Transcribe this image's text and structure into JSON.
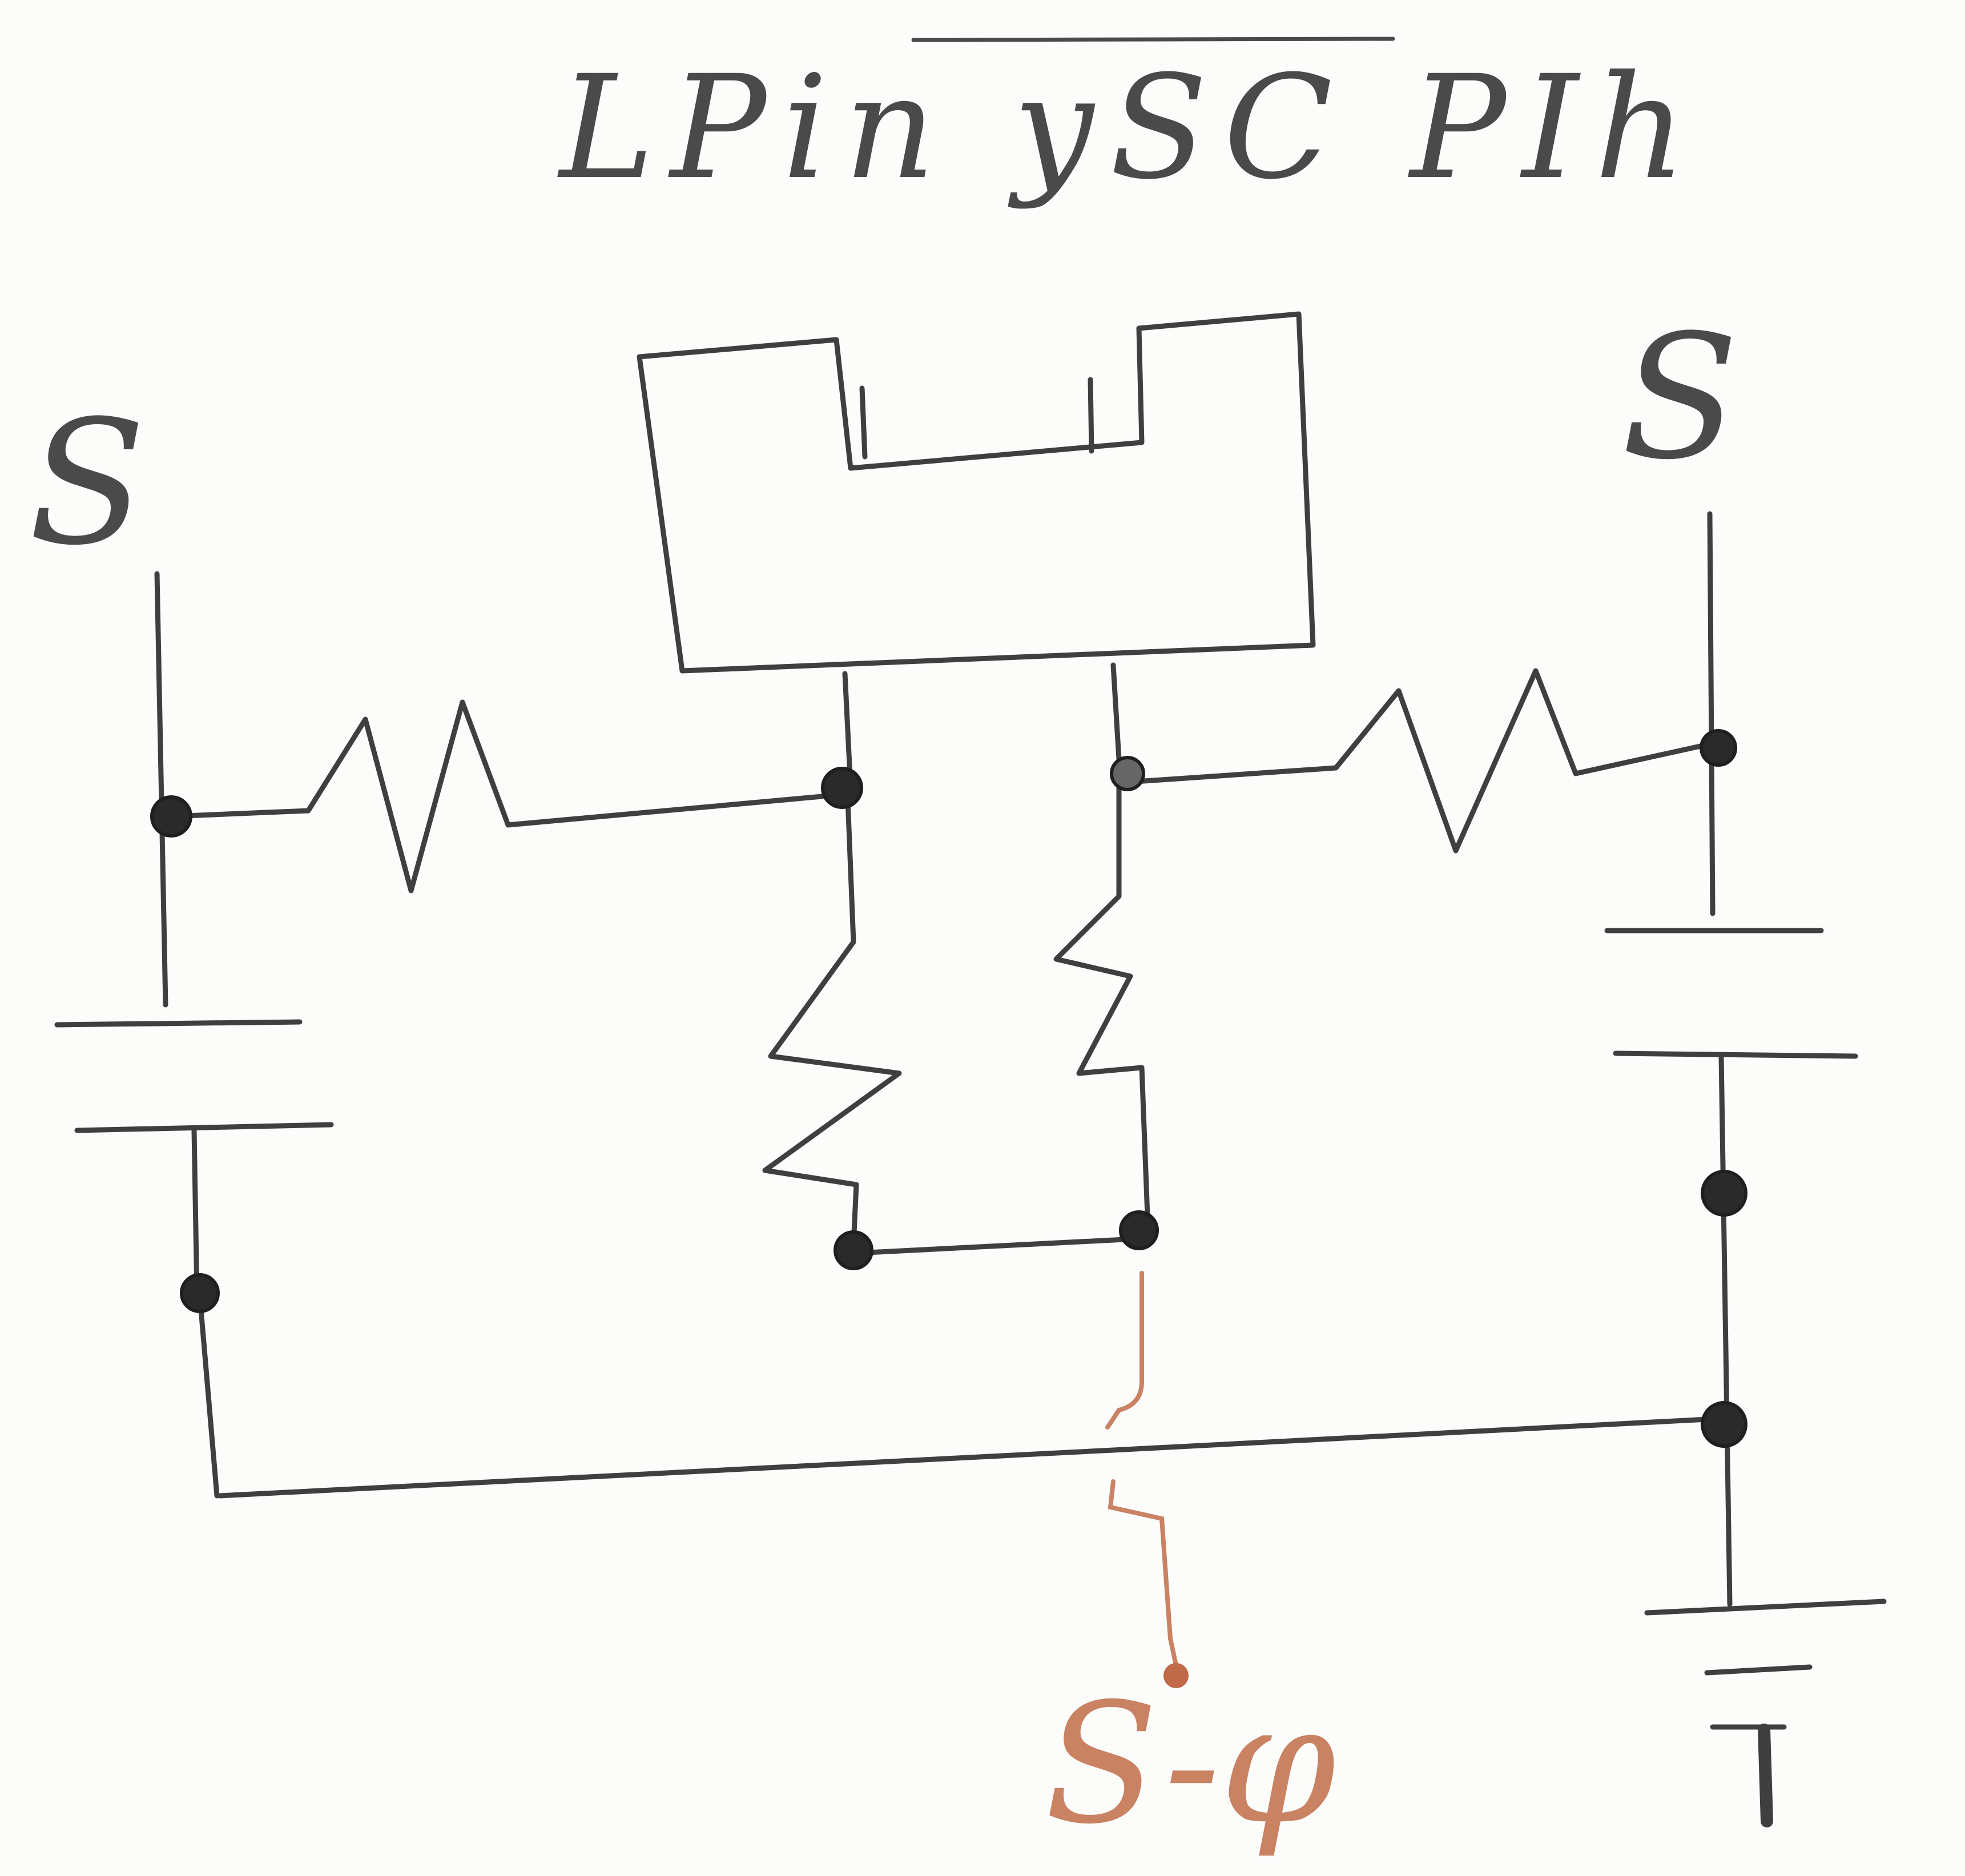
{
  "diagram": {
    "title": "LPin ySC PIh",
    "labels": {
      "left_supply": "S",
      "right_supply": "S",
      "output": "S-φ",
      "ground": "T"
    },
    "colors": {
      "ink": "#3f3f3f",
      "accent": "#c98262",
      "paper": "#fcfcfb"
    },
    "components": [
      "chip-block",
      "left-horizontal-resistor",
      "right-horizontal-resistor",
      "center-left-vertical-resistor",
      "center-right-vertical-resistor",
      "left-capacitor",
      "right-capacitor",
      "ground-symbol"
    ]
  }
}
